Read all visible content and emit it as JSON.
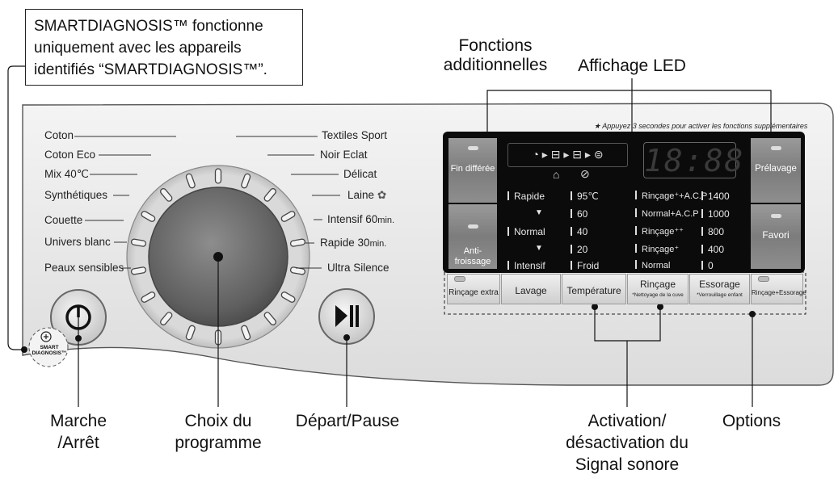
{
  "callout": {
    "line1": "SMARTDIAGNOSIS™ fonctionne",
    "line2": "uniquement avec les appareils",
    "line3": "identifiés “SMARTDIAGNOSIS™”."
  },
  "headings": {
    "fonctions_l1": "Fonctions",
    "fonctions_l2": "additionnelles",
    "affichage": "Affichage LED"
  },
  "programs_left": [
    "Coton",
    "Coton Eco",
    "Mix 40℃",
    "Synthétiques",
    "Couette",
    "Univers blanc",
    "Peaux sensibles"
  ],
  "programs_right": [
    "Textiles Sport",
    "Noir Eclat",
    "Délicat",
    "Laine",
    "Intensif 60",
    "Rapide 30",
    "Ultra Silence"
  ],
  "program_unit": "min.",
  "top_note": "★ Appuyez 3 secondes pour activer les fonctions supplémentaires",
  "smart_badge": {
    "l1": "SMART",
    "l2": "DIAGNOSIS™"
  },
  "panel": {
    "left_buttons": [
      "Fin différée",
      "Anti-\nfroissage"
    ],
    "right_buttons": [
      "Prélavage",
      "Favori"
    ],
    "time_display": "18:88",
    "columns": {
      "lavage": [
        "Rapide",
        "▼",
        "Normal",
        "▼",
        "Intensif"
      ],
      "temperature": [
        "95℃",
        "60",
        "40",
        "20",
        "Froid"
      ],
      "rinçage": [
        "Rinçage⁺+A.C.P",
        "Normal+A.C.P",
        "Rinçage⁺⁺",
        "Rinçage⁺",
        "Normal"
      ],
      "essorage": [
        "1400",
        "1000",
        "800",
        "400",
        "0"
      ]
    }
  },
  "option_buttons": [
    {
      "label": "Rinçage extra",
      "sub": ""
    },
    {
      "label": "Lavage",
      "sub": ""
    },
    {
      "label": "Température",
      "sub": ""
    },
    {
      "label": "Rinçage",
      "sub": "*Nettoyage de la cuve"
    },
    {
      "label": "Essorage",
      "sub": "*Verrouillage enfant"
    },
    {
      "label": "Rinçage+Essorage",
      "sub": ""
    }
  ],
  "bottom_labels": {
    "marche_l1": "Marche",
    "marche_l2": "/Arrêt",
    "choix_l1": "Choix du",
    "choix_l2": "programme",
    "depart": "Départ/Pause",
    "activation_l1": "Activation/",
    "activation_l2": "désactivation du",
    "activation_l3": "Signal sonore",
    "options": "Options"
  },
  "colors": {
    "panel_body": "#e9e9e9",
    "display_bg": "#0b0b0c",
    "knob_ring": "#9c9c9c"
  }
}
